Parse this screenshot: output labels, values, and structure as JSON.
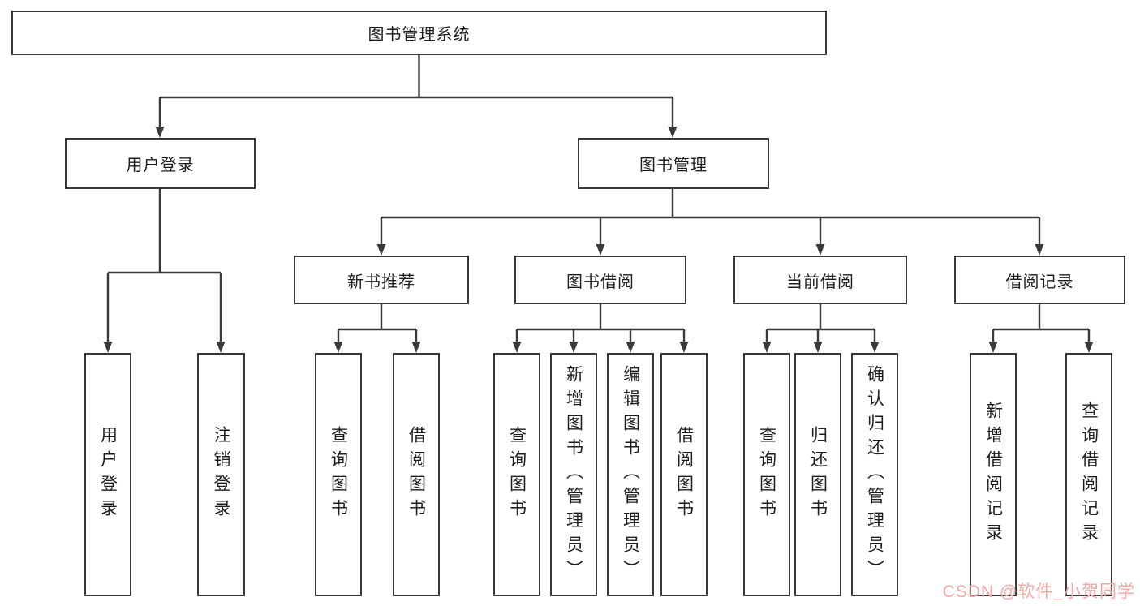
{
  "tree": {
    "root": "图书管理系统",
    "user_login": "用户登录",
    "book_management": "图书管理",
    "new_book_rec": "新书推荐",
    "book_borrow": "图书借阅",
    "current_borrow": "当前借阅",
    "borrow_record": "借阅记录",
    "leaves": {
      "user_login_child_1": "用户登录",
      "user_login_child_2": "注销登录",
      "new_book_rec_child_1": "查询图书",
      "new_book_rec_child_2": "借阅图书",
      "book_borrow_child_1": "查询图书",
      "book_borrow_child_2": "新增图书（管理员）",
      "book_borrow_child_3": "编辑图书（管理员）",
      "book_borrow_child_4": "借阅图书",
      "current_borrow_child_1": "查询图书",
      "current_borrow_child_2": "归还图书",
      "current_borrow_child_3": "确认归还（管理员）",
      "borrow_record_child_1": "新增借阅记录",
      "borrow_record_child_2": "查询借阅记录"
    }
  },
  "watermark": {
    "text": "CSDN @软件_小贺同学",
    "color": "#f0a9a5"
  },
  "colors": {
    "line": "#3a3a3a",
    "border": "#383838",
    "text": "#1d1d1d",
    "background": "#ffffff"
  }
}
